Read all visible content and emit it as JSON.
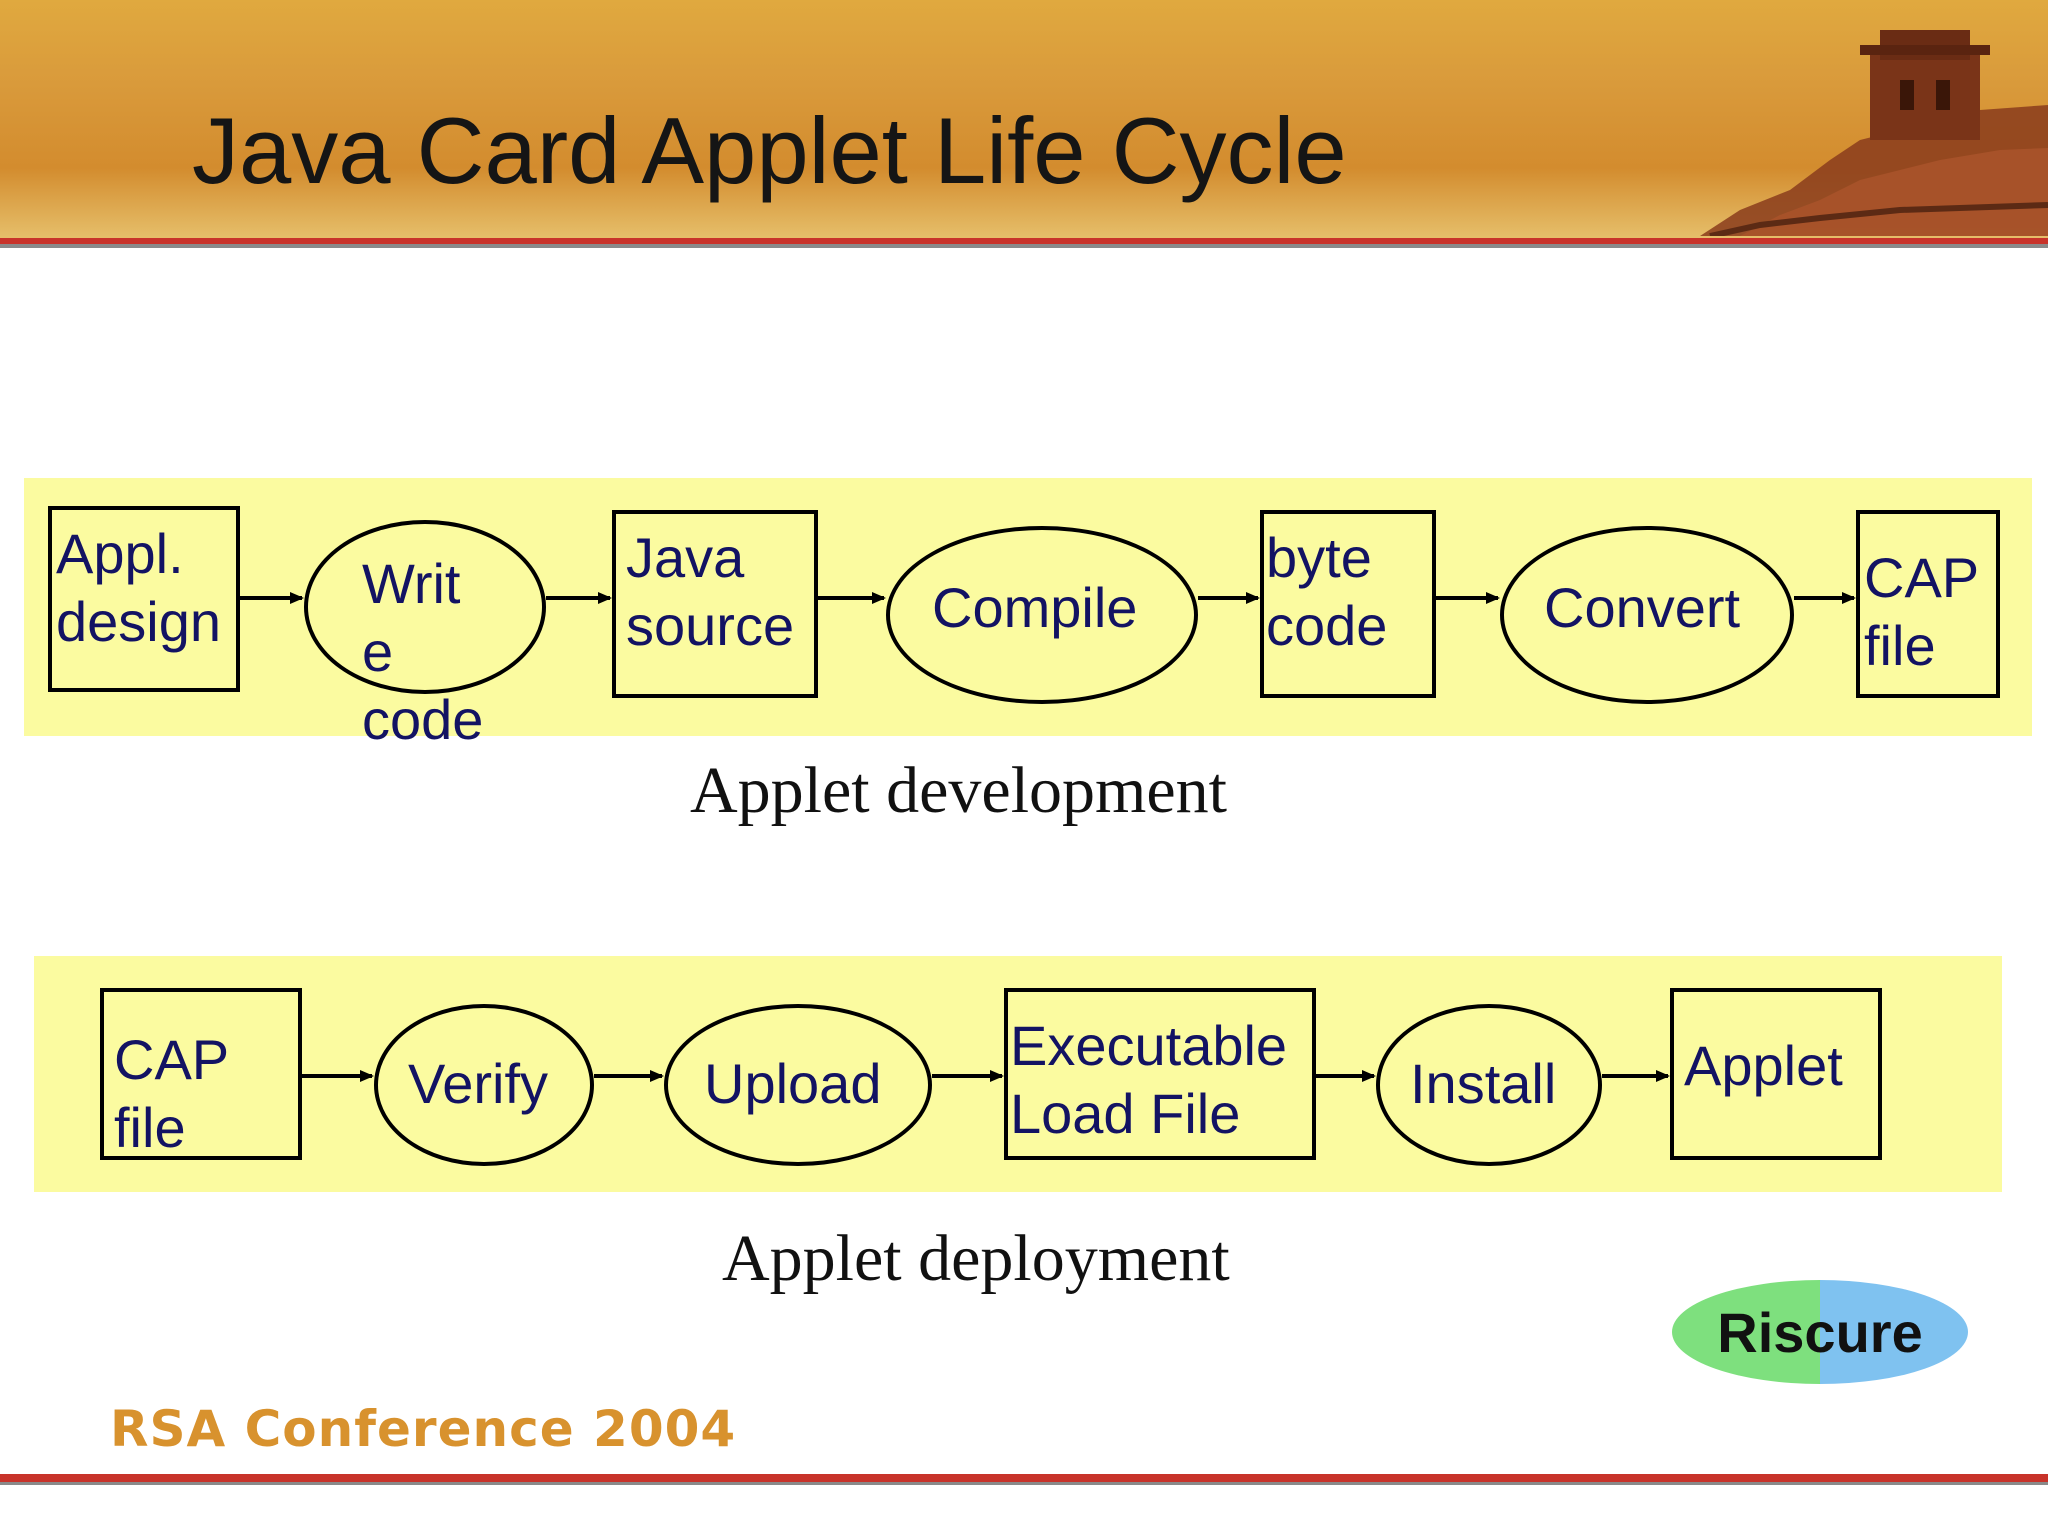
{
  "slide": {
    "title": "Java Card Applet Life Cycle",
    "footer": "RSA Conference 2004",
    "logo": "Riscure"
  },
  "development": {
    "caption": "Applet development",
    "nodes": [
      {
        "shape": "box",
        "text": "Appl.\ndesign"
      },
      {
        "shape": "oval",
        "text": "Writ\ne\ncode"
      },
      {
        "shape": "box",
        "text": "Java\nsource"
      },
      {
        "shape": "oval",
        "text": "Compile"
      },
      {
        "shape": "box",
        "text": "byte\ncode"
      },
      {
        "shape": "oval",
        "text": "Convert"
      },
      {
        "shape": "box",
        "text": "CAP\nfile"
      }
    ]
  },
  "deployment": {
    "caption": "Applet deployment",
    "nodes": [
      {
        "shape": "box",
        "text": "CAP\nfile"
      },
      {
        "shape": "oval",
        "text": "Verify"
      },
      {
        "shape": "oval",
        "text": "Upload"
      },
      {
        "shape": "box",
        "text": "Executable\nLoad File"
      },
      {
        "shape": "oval",
        "text": "Install"
      },
      {
        "shape": "box",
        "text": "Applet"
      }
    ]
  },
  "colors": {
    "band": "#fbfba0",
    "label": "#131363",
    "header": "#d99a3b",
    "accent_rule": "#c8332a"
  }
}
